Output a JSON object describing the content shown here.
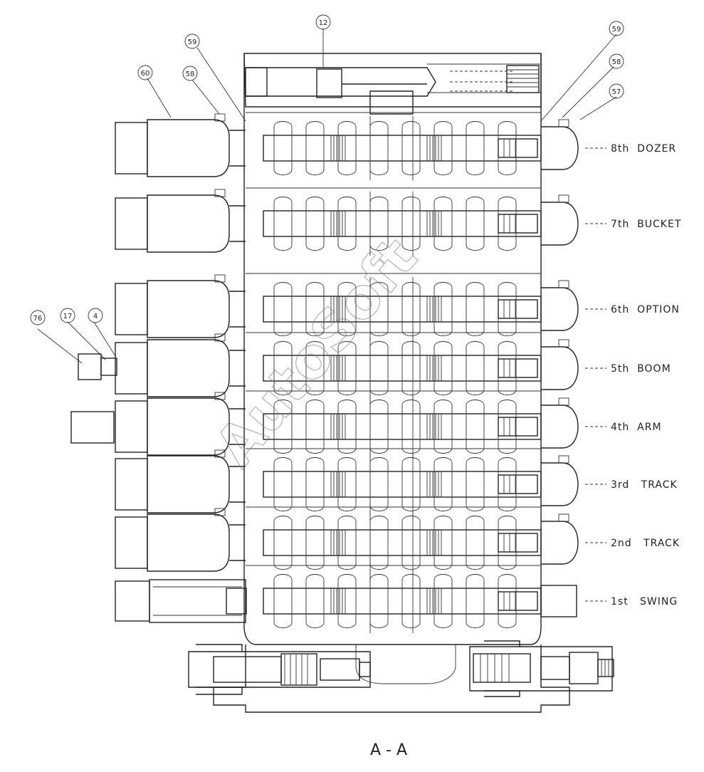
{
  "callouts": [
    {
      "id": "c12",
      "text": "12"
    },
    {
      "id": "c59a",
      "text": "59"
    },
    {
      "id": "c59b",
      "text": "59"
    },
    {
      "id": "c58a",
      "text": "58"
    },
    {
      "id": "c58b",
      "text": "58"
    },
    {
      "id": "c60",
      "text": "60"
    },
    {
      "id": "c57",
      "text": "57"
    },
    {
      "id": "c76",
      "text": "76"
    },
    {
      "id": "c17",
      "text": "17"
    },
    {
      "id": "c4",
      "text": "4"
    }
  ],
  "sections": [
    {
      "label": "8th  DOZER"
    },
    {
      "label": "7th  BUCKET"
    },
    {
      "label": "6th  OPTION"
    },
    {
      "label": "5th  BOOM"
    },
    {
      "label": "4th  ARM"
    },
    {
      "label": "3rd   TRACK"
    },
    {
      "label": "2nd   TRACK"
    },
    {
      "label": "1st   SWING"
    }
  ],
  "section_title": "A - A",
  "watermark": "AutoSoft"
}
